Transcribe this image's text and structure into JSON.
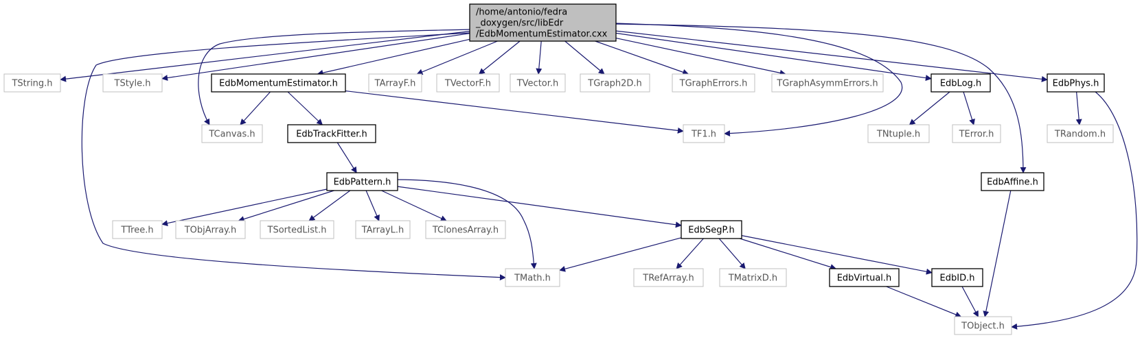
{
  "diagram": {
    "root": {
      "id": "root",
      "lines": [
        "/home/antonio/fedra",
        "_doxygen/src/libEdr",
        "/EdbMomentumEstimator.cxx"
      ]
    },
    "nodes": [
      {
        "id": "TString",
        "label": "TString.h",
        "external": true
      },
      {
        "id": "TStyle",
        "label": "TStyle.h",
        "external": true
      },
      {
        "id": "EdbMomentumEstimator",
        "label": "EdbMomentumEstimator.h",
        "external": false
      },
      {
        "id": "TArrayF",
        "label": "TArrayF.h",
        "external": true
      },
      {
        "id": "TVectorF",
        "label": "TVectorF.h",
        "external": true
      },
      {
        "id": "TVector",
        "label": "TVector.h",
        "external": true
      },
      {
        "id": "TGraph2D",
        "label": "TGraph2D.h",
        "external": true
      },
      {
        "id": "TGraphErrors",
        "label": "TGraphErrors.h",
        "external": true
      },
      {
        "id": "TGraphAsymmErrors",
        "label": "TGraphAsymmErrors.h",
        "external": true
      },
      {
        "id": "EdbLog",
        "label": "EdbLog.h",
        "external": false
      },
      {
        "id": "EdbPhys",
        "label": "EdbPhys.h",
        "external": false
      },
      {
        "id": "TCanvas",
        "label": "TCanvas.h",
        "external": true
      },
      {
        "id": "EdbTrackFitter",
        "label": "EdbTrackFitter.h",
        "external": false
      },
      {
        "id": "TF1",
        "label": "TF1.h",
        "external": true
      },
      {
        "id": "TNtuple",
        "label": "TNtuple.h",
        "external": true
      },
      {
        "id": "TError",
        "label": "TError.h",
        "external": true
      },
      {
        "id": "TRandom",
        "label": "TRandom.h",
        "external": true
      },
      {
        "id": "EdbPattern",
        "label": "EdbPattern.h",
        "external": false
      },
      {
        "id": "EdbAffine",
        "label": "EdbAffine.h",
        "external": false
      },
      {
        "id": "TTree",
        "label": "TTree.h",
        "external": true
      },
      {
        "id": "TObjArray",
        "label": "TObjArray.h",
        "external": true
      },
      {
        "id": "TSortedList",
        "label": "TSortedList.h",
        "external": true
      },
      {
        "id": "TArrayL",
        "label": "TArrayL.h",
        "external": true
      },
      {
        "id": "TClonesArray",
        "label": "TClonesArray.h",
        "external": true
      },
      {
        "id": "EdbSegP",
        "label": "EdbSegP.h",
        "external": false
      },
      {
        "id": "TMath",
        "label": "TMath.h",
        "external": true
      },
      {
        "id": "TRefArray",
        "label": "TRefArray.h",
        "external": true
      },
      {
        "id": "TMatrixD",
        "label": "TMatrixD.h",
        "external": true
      },
      {
        "id": "EdbVirtual",
        "label": "EdbVirtual.h",
        "external": false
      },
      {
        "id": "EdbID",
        "label": "EdbID.h",
        "external": false
      },
      {
        "id": "TObject",
        "label": "TObject.h",
        "external": true
      }
    ],
    "edges": [
      {
        "from": "root",
        "to": "TString"
      },
      {
        "from": "root",
        "to": "TStyle"
      },
      {
        "from": "root",
        "to": "EdbMomentumEstimator"
      },
      {
        "from": "root",
        "to": "TArrayF"
      },
      {
        "from": "root",
        "to": "TVectorF"
      },
      {
        "from": "root",
        "to": "TVector"
      },
      {
        "from": "root",
        "to": "TGraph2D"
      },
      {
        "from": "root",
        "to": "TGraphErrors"
      },
      {
        "from": "root",
        "to": "TGraphAsymmErrors"
      },
      {
        "from": "root",
        "to": "EdbLog"
      },
      {
        "from": "root",
        "to": "EdbPhys"
      },
      {
        "from": "root",
        "to": "TCanvas"
      },
      {
        "from": "root",
        "to": "TF1"
      },
      {
        "from": "root",
        "to": "TMath"
      },
      {
        "from": "root",
        "to": "EdbAffine"
      },
      {
        "from": "EdbMomentumEstimator",
        "to": "TCanvas"
      },
      {
        "from": "EdbMomentumEstimator",
        "to": "EdbTrackFitter"
      },
      {
        "from": "EdbMomentumEstimator",
        "to": "TF1"
      },
      {
        "from": "EdbTrackFitter",
        "to": "EdbPattern"
      },
      {
        "from": "EdbLog",
        "to": "TNtuple"
      },
      {
        "from": "EdbLog",
        "to": "TError"
      },
      {
        "from": "EdbPhys",
        "to": "TRandom"
      },
      {
        "from": "EdbPhys",
        "to": "TObject"
      },
      {
        "from": "EdbPattern",
        "to": "TTree"
      },
      {
        "from": "EdbPattern",
        "to": "TObjArray"
      },
      {
        "from": "EdbPattern",
        "to": "TSortedList"
      },
      {
        "from": "EdbPattern",
        "to": "TArrayL"
      },
      {
        "from": "EdbPattern",
        "to": "TClonesArray"
      },
      {
        "from": "EdbPattern",
        "to": "EdbSegP"
      },
      {
        "from": "EdbPattern",
        "to": "TMath"
      },
      {
        "from": "EdbAffine",
        "to": "TObject"
      },
      {
        "from": "EdbSegP",
        "to": "TMath"
      },
      {
        "from": "EdbSegP",
        "to": "TRefArray"
      },
      {
        "from": "EdbSegP",
        "to": "TMatrixD"
      },
      {
        "from": "EdbSegP",
        "to": "EdbVirtual"
      },
      {
        "from": "EdbSegP",
        "to": "EdbID"
      },
      {
        "from": "EdbVirtual",
        "to": "TObject"
      },
      {
        "from": "EdbID",
        "to": "TObject"
      }
    ],
    "colors": {
      "edge": "#191970",
      "root_fill": "#bfbfbf",
      "internal_border": "#000000",
      "external_border": "#bfbfbf",
      "external_text": "#555555"
    }
  }
}
